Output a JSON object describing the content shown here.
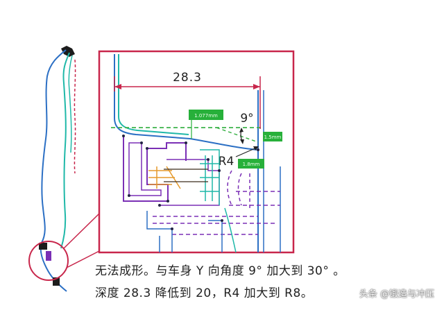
{
  "detail": {
    "dimension_label": "28.3",
    "angle_label": "9°",
    "radius_label": "R4",
    "tags": [
      "1.077mm",
      "1.5mm",
      "1.8mm"
    ]
  },
  "caption": {
    "line1": "无法成形。与车身 Y 向角度 9° 加大到 30° 。",
    "line2": "深度 28.3 降低到 20，R4 加大到 R8。"
  },
  "watermark": "头条 @锻造与冲压",
  "colors": {
    "frame": "#c8264b",
    "outline_blue": "#2b6fc4",
    "teal": "#1fb8a8",
    "purple": "#7a2fb5",
    "green_tag": "#27b03a",
    "dash_green": "#3db34a",
    "orange": "#e59a2c",
    "dark": "#222222"
  }
}
